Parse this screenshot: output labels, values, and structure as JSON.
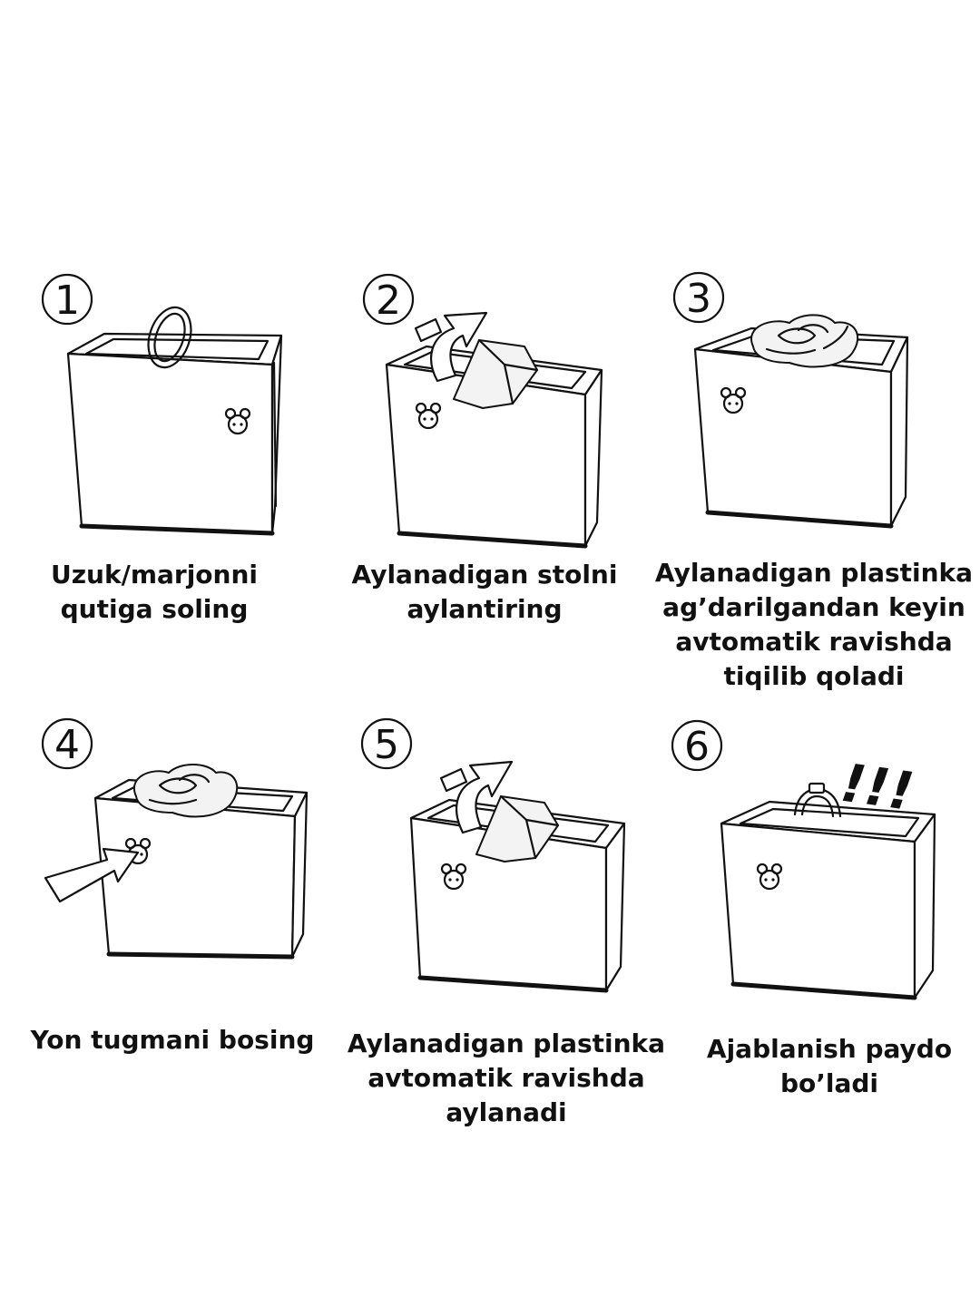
{
  "steps": [
    {
      "number": "1",
      "caption": "Uzuk/marjonni\nqutiga soling"
    },
    {
      "number": "2",
      "caption": "Aylanadigan stolni\naylantiring"
    },
    {
      "number": "3",
      "caption": "Aylanadigan plastinka\nag’darilgandan keyin\navtomatik ravishda\ntiqilib qoladi"
    },
    {
      "number": "4",
      "caption": "Yon tugmani bosing"
    },
    {
      "number": "5",
      "caption": "Aylanadigan plastinka\navtomatik ravishda\naylanadi"
    },
    {
      "number": "6",
      "caption": "Ajablanish paydo\nbo’ladi"
    }
  ],
  "surprise_mark": "!!!"
}
